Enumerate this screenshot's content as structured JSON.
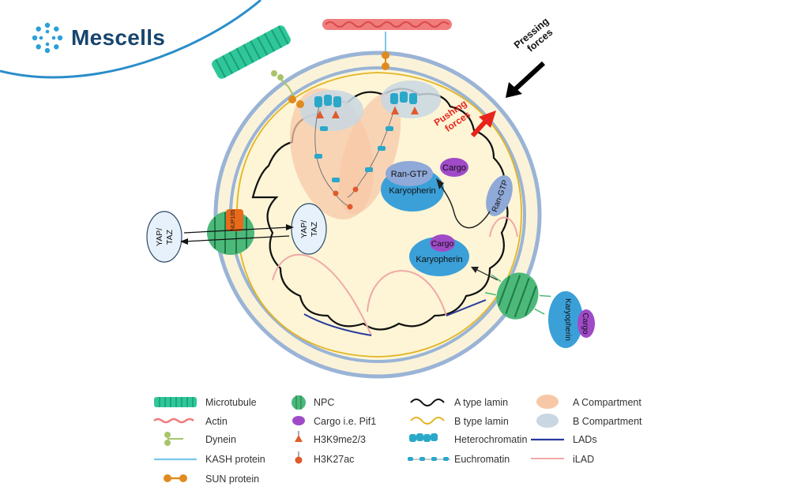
{
  "brand": {
    "name": "Mescells",
    "logo": "molecule-ring-icon",
    "color": "#17456e"
  },
  "diagram": {
    "labels": {
      "pressing_forces": [
        "Pressing",
        "forces"
      ],
      "pushing_forces": [
        "Pushing",
        "forces"
      ],
      "yap_taz_out": [
        "YAP/",
        "TAZ"
      ],
      "yap_taz_in": [
        "YAP/",
        "TAZ"
      ],
      "nup105": "NUP105",
      "cargo_top": "Cargo",
      "ran_gtp_center": "Ran-GTP",
      "karyopherin_center": "Karyopherin",
      "ran_gtp_right": "Ran-GTP",
      "cargo_mid": "Cargo",
      "karyopherin_mid": "Karyopherin",
      "karyopherin_out": "Karyopherin",
      "cargo_out": "Cargo"
    },
    "colors": {
      "nucleus_fill": "#fdf5d6",
      "envelope": "#9ab4d6",
      "pressing_arrow": "#000000",
      "pushing_arrow": "#e8231c",
      "a_compartment": "#f7c8a8",
      "b_compartment": "#c9d7e3",
      "karyopherin": "#3ba0d8",
      "cargo": "#a04ac8",
      "a_type_lamin": "#000000",
      "b_type_lamin": "#e3b422",
      "lads": "#2a3a9e",
      "ilad": "#f0a8a8"
    }
  },
  "legend": {
    "columns": [
      [
        {
          "label": "Microtubule",
          "icon": "microtubule-icon"
        },
        {
          "label": "Actin",
          "icon": "actin-icon"
        },
        {
          "label": "Dynein",
          "icon": "dynein-icon"
        },
        {
          "label": "KASH protein",
          "icon": "kash-protein-icon"
        },
        {
          "label": "SUN protein",
          "icon": "sun-protein-icon"
        }
      ],
      [
        {
          "label": "NPC",
          "icon": "npc-icon"
        },
        {
          "label": "Cargo i.e. Pif1",
          "icon": "cargo-icon"
        },
        {
          "label": "H3K9me2/3",
          "icon": "h3k9me-icon"
        },
        {
          "label": "H3K27ac",
          "icon": "h3k27ac-icon"
        }
      ],
      [
        {
          "label": "A type lamin",
          "icon": "a-type-lamin-icon"
        },
        {
          "label": "B type lamin",
          "icon": "b-type-lamin-icon"
        },
        {
          "label": "Heterochromatin",
          "icon": "heterochromatin-icon"
        },
        {
          "label": "Euchromatin",
          "icon": "euchromatin-icon"
        }
      ],
      [
        {
          "label": "A Compartment",
          "icon": "a-compartment-icon"
        },
        {
          "label": "B Compartment",
          "icon": "b-compartment-icon"
        },
        {
          "label": "LADs",
          "icon": "lads-icon"
        },
        {
          "label": "iLAD",
          "icon": "ilad-icon"
        }
      ]
    ]
  }
}
